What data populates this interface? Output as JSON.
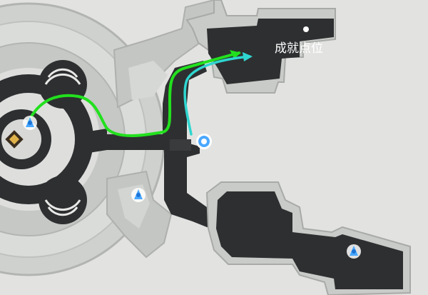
{
  "map": {
    "achievement_label": "成就点位",
    "colors": {
      "background": "#e2e3e1",
      "floor_light": "#d0d2cf",
      "floor_mid": "#b9bbb8",
      "wall_dark": "#2e2f31",
      "room_dark": "#3a3b3d",
      "route_primary": "#22e01e",
      "route_secondary": "#2fd6d0",
      "icon_blue": "#4aa8ff"
    },
    "icons": [
      "teleport-anchor-icon",
      "teleport-anchor-icon",
      "teleport-anchor-icon",
      "space-anchor-icon",
      "player-position-icon",
      "achievement-dot-icon"
    ],
    "routes": [
      "green-route",
      "cyan-route"
    ]
  }
}
